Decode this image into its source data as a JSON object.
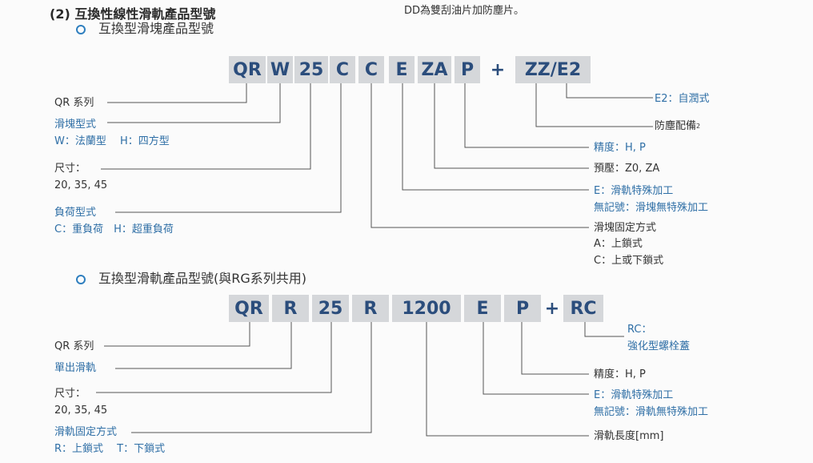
{
  "heading": "(2) 互換性線性滑軌產品型號",
  "top_note": "DD為雙刮油片加防塵片。",
  "block_section": {
    "subtitle": "互換型滑塊產品型號",
    "codes": [
      "QR",
      "W",
      "25",
      "C",
      "C",
      "E",
      "ZA",
      "P",
      "+",
      "ZZ/E2"
    ],
    "left_labels": {
      "series": "QR 系列",
      "block_type": "滑塊型式",
      "block_type_options": "W：法蘭型　 H：四方型",
      "size": "尺寸：",
      "size_values": "20, 35, 45",
      "load_type": "負荷型式",
      "load_type_options": "C：重負荷　H：超重負荷"
    },
    "right_labels": {
      "e2": "E2：自潤式",
      "dust_protection": "防塵配備",
      "dust_protection_note": "2",
      "precision": "精度：H, P",
      "preload": "預壓：Z0, ZA",
      "special_1": "E：滑軌特殊加工",
      "special_2": "無記號：滑塊無特殊加工",
      "fixing": "滑塊固定方式",
      "fixing_a": "A：上鎖式",
      "fixing_c": "C：上或下鎖式"
    }
  },
  "rail_section": {
    "subtitle": "互換型滑軌產品型號(與RG系列共用)",
    "codes": [
      "QR",
      "R",
      "25",
      "R",
      "1200",
      "E",
      "P",
      "+",
      "RC"
    ],
    "left_labels": {
      "series": "QR 系列",
      "rail_only": "單出滑軌",
      "size": "尺寸：",
      "size_values": "20, 35, 45",
      "rail_fixing": "滑軌固定方式",
      "rail_fixing_options": "R：上鎖式　 T：下鎖式"
    },
    "right_labels": {
      "rc": "RC：",
      "rc_desc": "強化型螺栓蓋",
      "precision": "精度：H, P",
      "special_1": "E：滑軌特殊加工",
      "special_2": "無記號：滑軌無特殊加工",
      "rail_length": "滑軌長度[mm]"
    }
  },
  "colors": {
    "box_bg": "#d5d7da",
    "code_text": "#2b4d7c",
    "label_blue": "#2f6fa6",
    "bullet": "#2f7fbf"
  }
}
